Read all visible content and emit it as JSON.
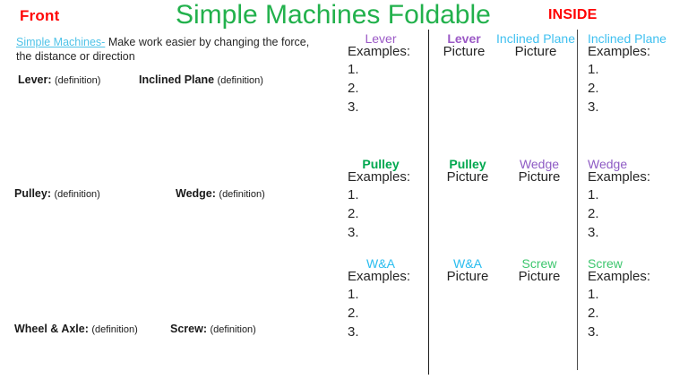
{
  "header": {
    "front_label": "Front",
    "title": "Simple Machines Foldable",
    "inside_label": "INSIDE"
  },
  "colors": {
    "title_green": "#22B14C",
    "red": "#FF0000",
    "link_blue": "#4FC3E8",
    "lever_purple": "#9B59C6",
    "inclined_plane_blue": "#3FC0F0",
    "pulley_green": "#00A84F",
    "wedge_purple": "#8E5BC4",
    "wheel_axle_cyan": "#29BDEF",
    "screw_green": "#3CC66D",
    "text": "#262626"
  },
  "front": {
    "intro_link": "Simple Machines-",
    "intro_text": " Make work easier by changing the force, the distance or direction",
    "definitions": [
      {
        "term": "Lever:",
        "value": "(definition)"
      },
      {
        "term": "Inclined Plane",
        "value": "(definition)"
      },
      {
        "term": "Pulley:",
        "value": "(definition)"
      },
      {
        "term": "Wedge:",
        "value": "(definition)"
      },
      {
        "term": "Wheel & Axle:",
        "value": "(definition)"
      },
      {
        "term": "Screw:",
        "value": "(definition)"
      }
    ]
  },
  "inside": {
    "examples_word": "Examples:",
    "picture_word": "Picture",
    "numbers": [
      "1.",
      "2.",
      "3."
    ],
    "examples_left": [
      {
        "machine": "Lever",
        "color": "#9B59C6",
        "bold": false
      },
      {
        "machine": "Pulley",
        "color": "#00A84F",
        "bold": true
      },
      {
        "machine": "W&A",
        "color": "#29BDEF",
        "bold": false
      }
    ],
    "pictures": [
      {
        "left": {
          "machine": "Lever",
          "color": "#9B59C6",
          "bold": true
        },
        "right": {
          "machine": "Inclined Plane",
          "color": "#3FC0F0",
          "bold": false
        }
      },
      {
        "left": {
          "machine": "Pulley",
          "color": "#00A84F",
          "bold": true
        },
        "right": {
          "machine": "Wedge",
          "color": "#8E5BC4",
          "bold": false
        }
      },
      {
        "left": {
          "machine": "W&A",
          "color": "#29BDEF",
          "bold": false
        },
        "right": {
          "machine": "Screw",
          "color": "#3CC66D",
          "bold": false
        }
      }
    ],
    "examples_right": [
      {
        "machine": "Inclined Plane",
        "color": "#3FC0F0",
        "bold": false
      },
      {
        "machine": "Wedge",
        "color": "#8E5BC4",
        "bold": false
      },
      {
        "machine": "Screw",
        "color": "#3CC66D",
        "bold": false
      }
    ]
  }
}
